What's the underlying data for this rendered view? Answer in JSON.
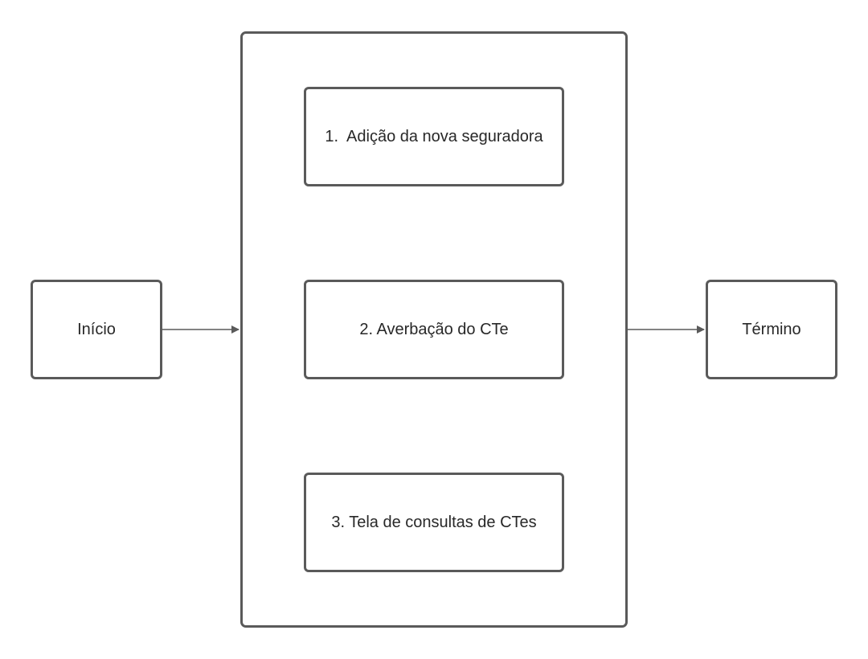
{
  "diagram": {
    "start": {
      "label": "Início"
    },
    "end": {
      "label": "Término"
    },
    "steps": [
      {
        "label": "1.  Adição da nova seguradora"
      },
      {
        "label": "2. Averbação do CTe"
      },
      {
        "label": "3. Tela de consultas de CTes"
      }
    ]
  },
  "colors": {
    "border": "#5a5a5a",
    "text": "#282828",
    "arrow": "#5a5a5a",
    "background": "#ffffff"
  }
}
